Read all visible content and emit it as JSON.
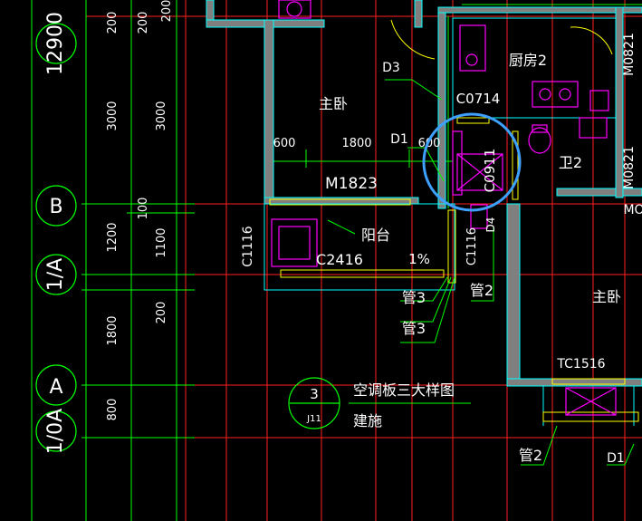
{
  "colors": {
    "background": "#000000",
    "grid_red": "#ff2020",
    "green": "#00ff00",
    "wall_fill": "#808080",
    "wall_edge": "#00ffff",
    "magenta": "#ff00ff",
    "yellow": "#ffff00",
    "text": "#ffffff",
    "highlight": "#3ea0ff"
  },
  "axes": {
    "B": "B",
    "one_A": "1/A",
    "A": "A",
    "one_0A": "1/0A",
    "top_circle": "12900"
  },
  "dims": {
    "d200": "200",
    "d200b": "200",
    "d200c": "200",
    "d3000": "3000",
    "d3000b": "3000",
    "d1200": "1200",
    "d100": "100",
    "d1100": "1100",
    "d1800": "1800",
    "d200d": "200",
    "d800": "800",
    "w600": "600",
    "w1800": "1800",
    "w600b": "600"
  },
  "rooms": {
    "master_bedroom": "主卧",
    "master_bedroom_2": "主卧",
    "kitchen": "厨房2",
    "wc": "卫2",
    "balcony": "阳台",
    "slope": "1%"
  },
  "labels": {
    "d3": "D3",
    "d1": "D1",
    "d1b": "D1",
    "c0714": "C0714",
    "m1823": "M1823",
    "c0911": "C0911",
    "c2416": "C2416",
    "c1116": "C1116",
    "c1116b": "C1116",
    "d4": "D4",
    "m0821": "M0821",
    "m0821b": "M0821",
    "mo": "MO",
    "tc1516": "TC1516",
    "pipe3a": "管3",
    "pipe3b": "管3",
    "pipe2": "管2",
    "pipe2b": "管2"
  },
  "callout": {
    "number": "3",
    "sheet": "J11",
    "title": "空调板三大样图",
    "source": "建施"
  }
}
